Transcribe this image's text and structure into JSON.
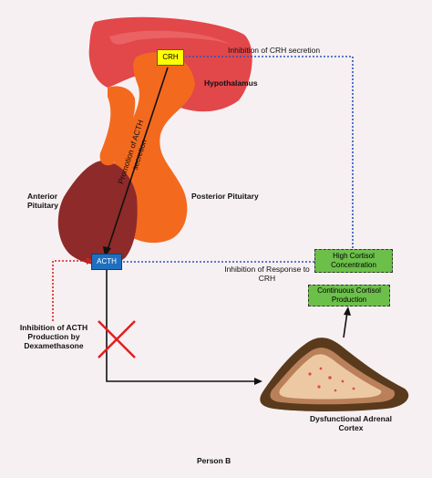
{
  "labels": {
    "crh": "CRH",
    "acth": "ACTH",
    "hypothalamus": "Hypothalamus",
    "anterior_pituitary": "Anterior Pituitary",
    "posterior_pituitary": "Posterior Pituitary",
    "promotion": "Promotion of ACTH secretion",
    "inhibition_crh": "Inhibition of CRH secretion",
    "inhibition_response": "Inhibition of Response to CRH",
    "high_cortisol": "High Cortisol Concentration",
    "continuous_cortisol": "Continuous Cortisol Production",
    "inhibition_acth": "Inhibition of ACTH Production by Dexamethasone",
    "adrenal": "Dysfunctional Adrenal Cortex",
    "person": "Person B"
  },
  "colors": {
    "background": "#f7f0f2",
    "hypothalamus": "#e2474a",
    "posterior_pituitary": "#f36a1f",
    "anterior_pituitary": "#8e2a2a",
    "crh_box": "#ffff00",
    "acth_box": "#1f6fc0",
    "cortisol_box": "#6cc04a",
    "blue_dotted": "#2a52be",
    "red_dotted": "#d62020",
    "cross": "#e31e1e",
    "adrenal_outer": "#5a3a1c",
    "adrenal_inner": "#ecc9a3"
  }
}
